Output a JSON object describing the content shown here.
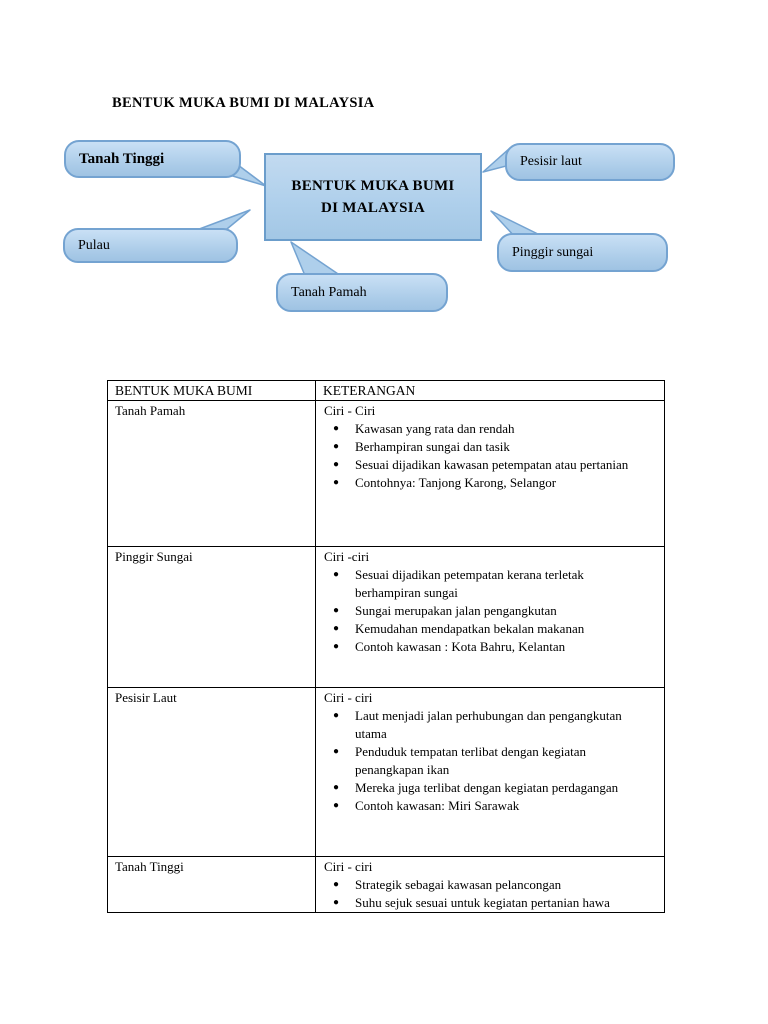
{
  "page": {
    "title": "BENTUK MUKA BUMI DI MALAYSIA"
  },
  "diagram": {
    "center_box": {
      "line1": "BENTUK MUKA BUMI",
      "line2": "DI MALAYSIA"
    },
    "bubbles": {
      "tanah_tinggi": "Tanah Tinggi",
      "pulau": "Pulau",
      "pesisir_laut": "Pesisir laut",
      "pinggir_sungai": "Pinggir sungai",
      "tanah_pamah": "Tanah Pamah"
    },
    "colors": {
      "bubble_fill": "#aecfeb",
      "bubble_border": "#74a3d1",
      "text": "#000000"
    }
  },
  "table": {
    "headers": [
      "BENTUK MUKA BUMI",
      "KETERANGAN"
    ],
    "rows": [
      {
        "name": "Tanah Pamah",
        "ciri_label": "Ciri - Ciri",
        "bullets": [
          "Kawasan yang rata dan rendah",
          "Berhampiran sungai dan tasik",
          "Sesuai dijadikan kawasan petempatan atau pertanian",
          "Contohnya: Tanjong Karong, Selangor"
        ]
      },
      {
        "name": "Pinggir Sungai",
        "ciri_label": "Ciri -ciri",
        "bullets": [
          "Sesuai dijadikan petempatan kerana terletak berhampiran sungai",
          "Sungai merupakan jalan pengangkutan",
          "Kemudahan mendapatkan bekalan makanan",
          "Contoh kawasan : Kota Bahru, Kelantan"
        ]
      },
      {
        "name": "Pesisir Laut",
        "ciri_label": "Ciri - ciri",
        "bullets": [
          "Laut menjadi jalan perhubungan dan pengangkutan utama",
          "Penduduk tempatan terlibat dengan kegiatan penangkapan ikan",
          "Mereka juga terlibat dengan kegiatan perdagangan",
          "Contoh kawasan: Miri Sarawak"
        ]
      },
      {
        "name": "Tanah Tinggi",
        "ciri_label": "Ciri - ciri",
        "bullets": [
          "Strategik sebagai kawasan pelancongan",
          "Suhu sejuk sesuai untuk kegiatan pertanian hawa"
        ]
      }
    ]
  }
}
